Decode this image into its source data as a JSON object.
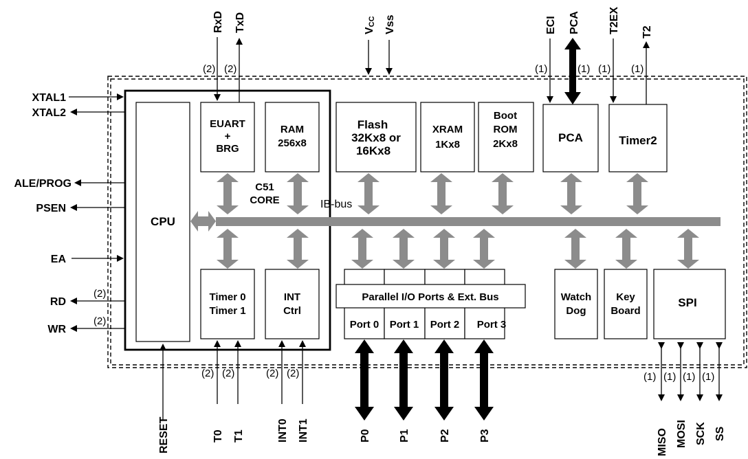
{
  "blocks": {
    "cpu": "CPU",
    "euart": [
      "EUART",
      "+",
      "BRG"
    ],
    "ram": [
      "RAM",
      "256x8"
    ],
    "flash": [
      "Flash",
      "32Kx8 or",
      "16Kx8"
    ],
    "xram": [
      "XRAM",
      "1Kx8"
    ],
    "bootrom": [
      "Boot",
      "ROM",
      "2Kx8"
    ],
    "pca": "PCA",
    "timer2": "Timer2",
    "core": [
      "C51",
      "CORE"
    ],
    "timer01": [
      "Timer 0",
      "Timer 1"
    ],
    "intctrl": [
      "INT",
      "Ctrl"
    ],
    "parallel": "Parallel I/O Ports & Ext. Bus",
    "ports": [
      "Port 0",
      "Port 1",
      "Port 2",
      "Port 3"
    ],
    "watchdog": [
      "Watch",
      "Dog"
    ],
    "keyboard": [
      "Key",
      "Board"
    ],
    "spi": "SPI"
  },
  "bus_label": "IB-bus",
  "pins": {
    "left": [
      "XTAL1",
      "XTAL2",
      "ALE/PROG",
      "PSEN",
      "EA",
      "RD",
      "WR"
    ],
    "top": [
      "RxD",
      "TxD",
      "VCC",
      "Vss",
      "ECI",
      "PCA",
      "T2EX",
      "T2"
    ],
    "bottom": [
      "RESET",
      "T0",
      "T1",
      "INT0",
      "INT1",
      "P0",
      "P1",
      "P2",
      "P3",
      "MISO",
      "MOSI",
      "SCK",
      "SS"
    ]
  },
  "vcc": {
    "base": "V",
    "sub": "CC"
  },
  "counts": {
    "two": "(2)",
    "one": "(1)"
  }
}
